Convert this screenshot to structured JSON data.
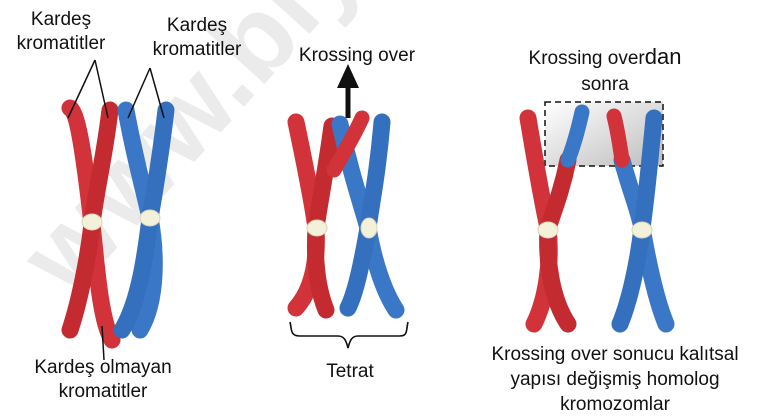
{
  "panel_left": {
    "label_sister_red": [
      "Kardeş",
      "kromatitler"
    ],
    "label_sister_blue": [
      "Kardeş",
      "kromatitler"
    ],
    "label_non_sister": [
      "Kardeş olmayan",
      "kromatitler"
    ]
  },
  "panel_middle": {
    "label_crossing": "Krossing over",
    "label_tetrad": "Tetrat"
  },
  "panel_right": {
    "label_after_a": "Krossing over",
    "label_after_b": "dan",
    "label_after_c": "sonra",
    "label_result": [
      "Krossing over sonucu kalıtsal",
      "yapısı değişmiş homolog",
      "kromozomlar"
    ]
  },
  "watermark": "www.biyolojiportali.com",
  "colors": {
    "chromatid_red": "#d2333a",
    "chromatid_blue": "#3a77c6",
    "centromere": "#f4f1da",
    "watermark": "#e3e3e3"
  }
}
